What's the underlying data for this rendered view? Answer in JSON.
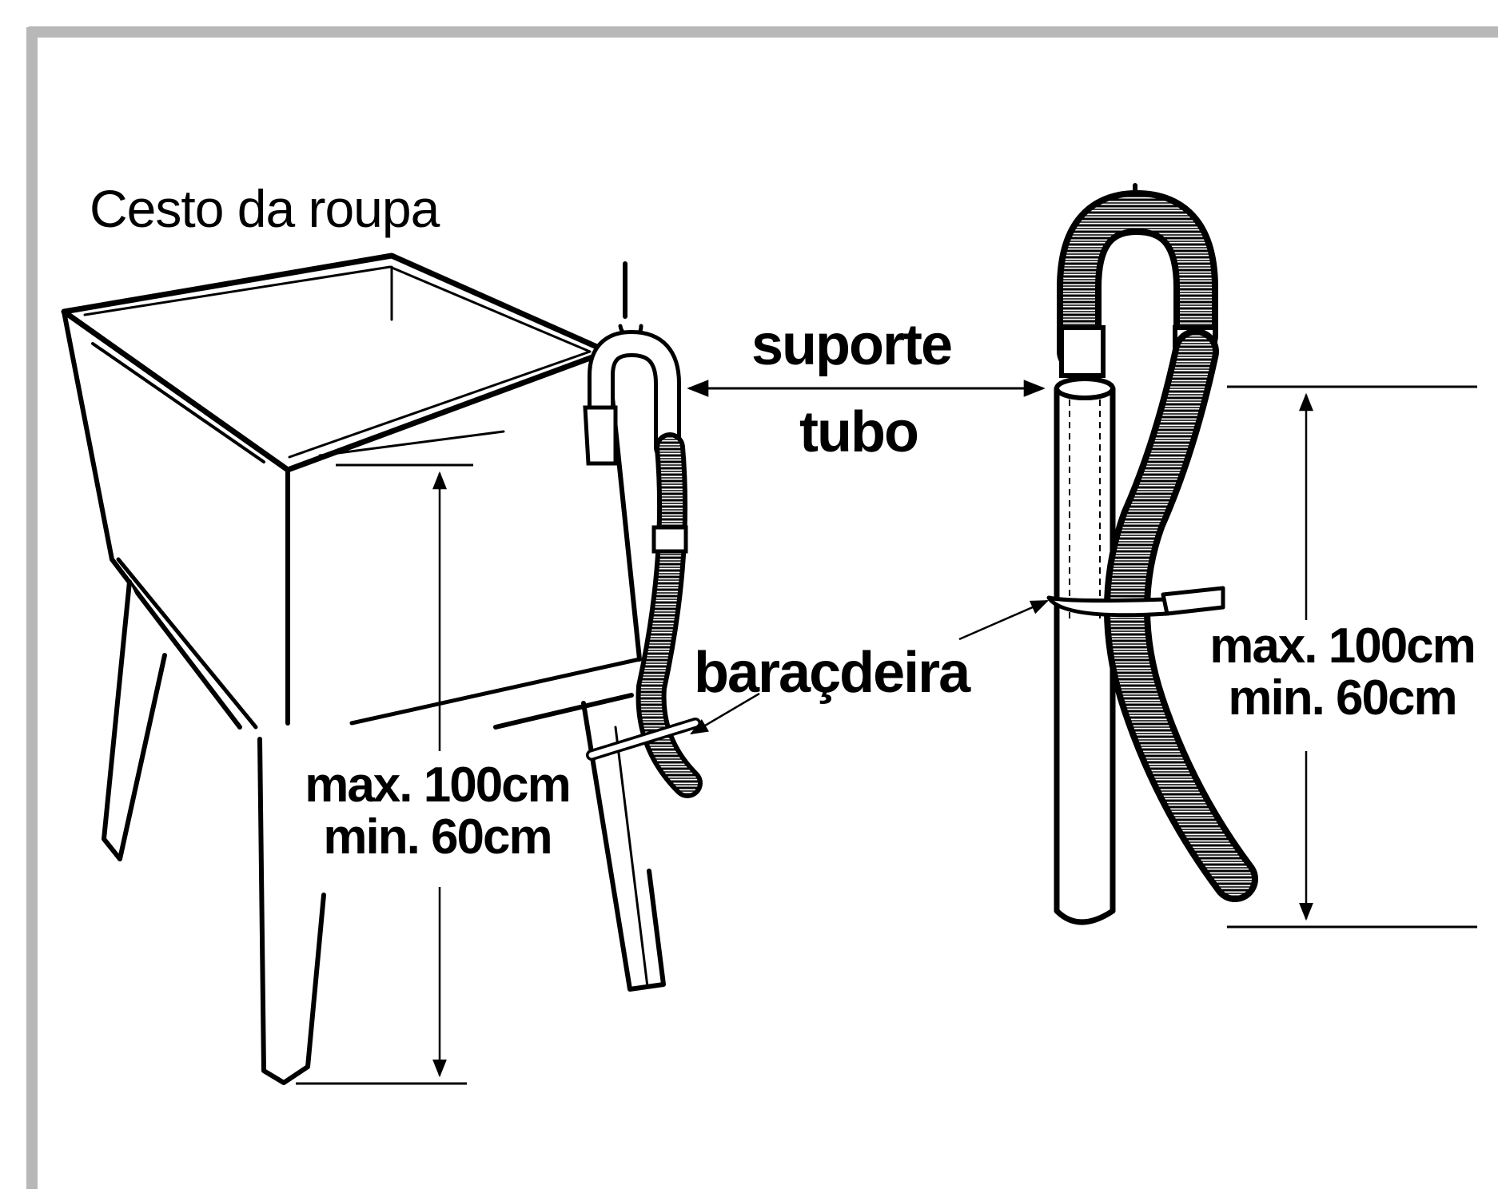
{
  "labels": {
    "basket": "Cesto da roupa",
    "support": "suporte",
    "tube": "tubo",
    "clamp": "baraçdeira"
  },
  "dimensions": {
    "left": {
      "max": "max. 100cm",
      "min": "min. 60cm"
    },
    "right": {
      "max": "max. 100cm",
      "min": "min. 60cm"
    }
  },
  "colors": {
    "ink": "#000000",
    "frame": "#b8b8b8",
    "background": "#ffffff"
  }
}
